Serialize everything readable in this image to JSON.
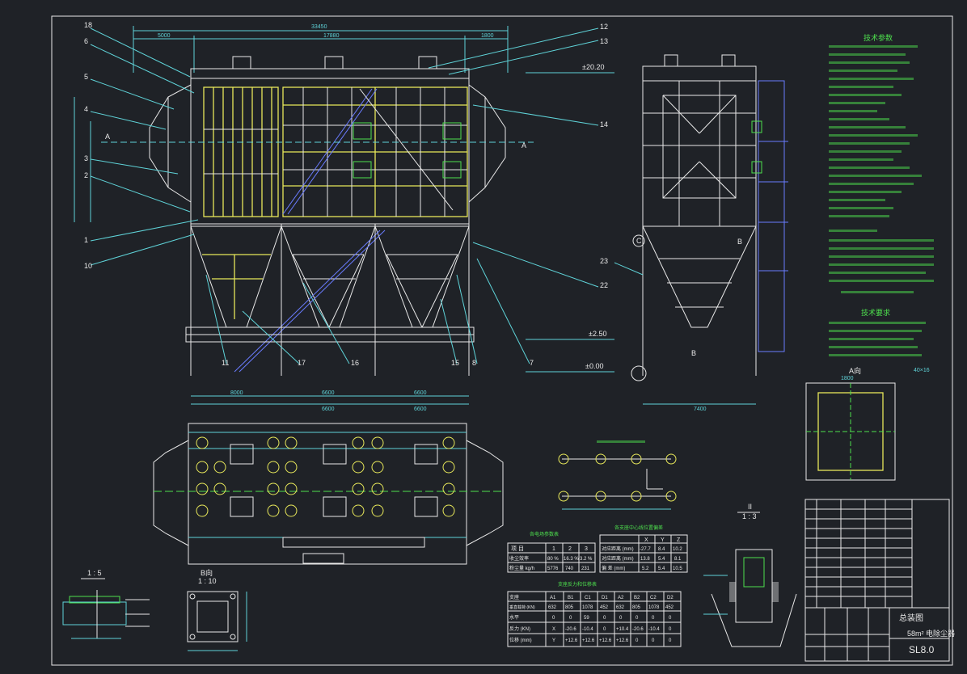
{
  "colors": {
    "background": "#1f2227",
    "cyan": "#5fd3d8",
    "white": "#e8e8e8",
    "yellow": "#e8e85a",
    "green": "#4ee04e",
    "blue": "#6a7cff"
  },
  "front_view": {
    "part_numbers": [
      "18",
      "6",
      "5",
      "4",
      "3",
      "2",
      "1",
      "10",
      "11",
      "17",
      "16",
      "15",
      "8",
      "7",
      "22",
      "14",
      "13",
      "12"
    ],
    "elevations": [
      "±20.20",
      "±2.50",
      "±0.00"
    ],
    "section_marks": [
      "A",
      "A"
    ],
    "dim_top": [
      "33450",
      "5000",
      "17880",
      "1800"
    ],
    "dim_bottom": [
      "8000",
      "6600",
      "6600"
    ],
    "dim_bottom2": [
      "6600",
      "6600"
    ]
  },
  "side_view": {
    "part_numbers": [
      "23"
    ],
    "marks": [
      "C",
      "B",
      "B"
    ],
    "dim_bottom": "7400",
    "elev": "±0.00"
  },
  "detail_a": {
    "title": "A向",
    "dims": [
      "1800",
      "40×16"
    ]
  },
  "tables": {
    "table1": {
      "title": "各电场参数表",
      "header": [
        "项 目",
        "1",
        "2",
        "3"
      ],
      "rows": [
        [
          "收尘效率",
          "80 %",
          "16.3 %",
          "3.2 %"
        ],
        [
          "粉尘量 kg/h",
          "5776",
          "740",
          "231"
        ]
      ]
    },
    "table2": {
      "title": "各支座中心线位置偏差",
      "header": [
        "",
        "X",
        "Y",
        "Z"
      ],
      "rows": [
        [
          "对应距离 (mm)",
          "-27.7",
          "8.4",
          "10.2"
        ],
        [
          "对应距离 (mm)",
          "13.8",
          "5.4",
          "8.1"
        ],
        [
          "偏 差 (mm)",
          "5.2",
          "5.4",
          "10.5"
        ]
      ]
    },
    "table3": {
      "title": "支座反力和位移表",
      "header": [
        "支座",
        "A1",
        "B1",
        "C1",
        "D1",
        "A2",
        "B2",
        "C2",
        "D2"
      ],
      "rows": [
        [
          "垂直载荷 (KN)",
          "632",
          "805",
          "1078",
          "452",
          "632",
          "805",
          "1078",
          "452"
        ],
        [
          "水平",
          "0",
          "0",
          "59",
          "0",
          "0",
          "0",
          "0",
          "0"
        ],
        [
          "反力 (KN)",
          "X",
          "-20.6",
          "-10.4",
          "0",
          "+10.4",
          "-20.6",
          "-10.4",
          "0"
        ],
        [
          "位移 (mm)",
          "Y",
          "+12.6",
          "+12.6",
          "+12.6",
          "+12.6",
          "0",
          "0",
          "0"
        ]
      ]
    }
  },
  "scale_labels": [
    "1 : 5",
    "1 : 10",
    "1 : 3"
  ],
  "small_view_titles": [
    "B向",
    "II"
  ],
  "title_block": {
    "drawing_no": "SL8.0",
    "title": "总装图",
    "area": "58m² 电除尘器"
  },
  "tech_notes_header": "技术参数",
  "tech_req_header": "技术要求"
}
